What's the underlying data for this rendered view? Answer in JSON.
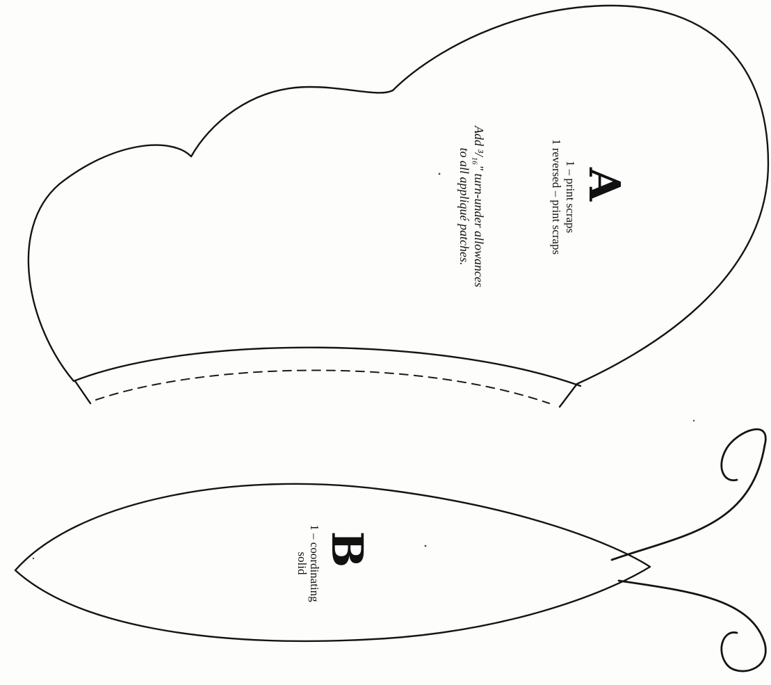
{
  "pieces": {
    "a": {
      "letter": "A",
      "line1": "1 – print scraps",
      "line2": "1 reversed – print scraps"
    },
    "b": {
      "letter": "B",
      "line1": "1 – coordinating",
      "line2": "solid"
    }
  },
  "note": {
    "line1": "Add ³/₁₆\" turn-under allowances",
    "line2": "to all appliqué patches."
  }
}
